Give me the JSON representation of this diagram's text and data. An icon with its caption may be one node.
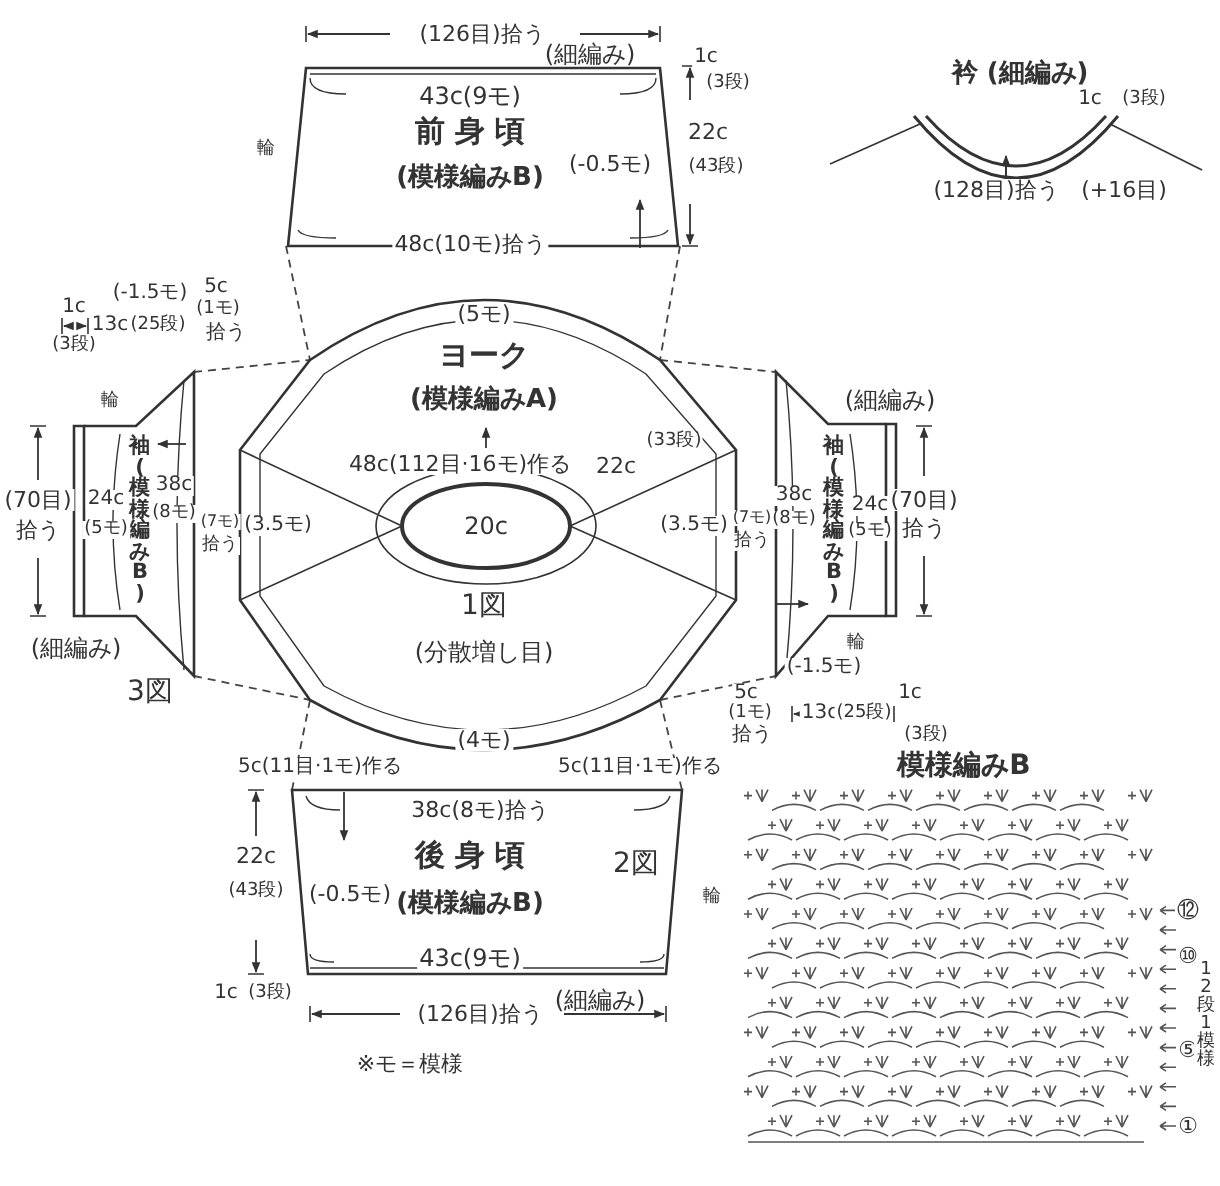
{
  "diagram": {
    "nodes": [
      {
        "text": [
          "前 身 頃",
          "(模様編みB)"
        ]
      },
      {
        "text": [
          "ヨーク",
          "(模様編みA)",
          "1図",
          "(分散増し目)"
        ]
      },
      {
        "text": [
          "20c"
        ],
        "in": 1
      },
      {
        "text": [
          "袖(模様編みB)"
        ],
        "beside": [
          "3図"
        ]
      },
      {
        "text": [
          "袖(模様編みB)"
        ]
      },
      {
        "text": [
          "後 身 頃",
          "(模様編みB)",
          "2図"
        ]
      },
      {
        "text": [
          "衿 (細編み)"
        ]
      },
      {
        "text": [
          "模様編みB"
        ]
      }
    ],
    "edges": [
      {
        "from": 0,
        "to": 1,
        "arrow": "none",
        "style": "dashed"
      },
      {
        "from": 0,
        "to": 1,
        "arrow": "none",
        "style": "dashed"
      },
      {
        "from": 3,
        "to": 1,
        "arrow": "none",
        "style": "dashed"
      },
      {
        "from": 3,
        "to": 1,
        "arrow": "none",
        "style": "dashed"
      },
      {
        "from": 1,
        "to": 4,
        "arrow": "none",
        "style": "dashed"
      },
      {
        "from": 1,
        "to": 4,
        "arrow": "none",
        "style": "dashed"
      },
      {
        "from": 1,
        "to": 5,
        "arrow": "none",
        "style": "dashed"
      },
      {
        "from": 1,
        "to": 5,
        "arrow": "none",
        "style": "dashed"
      }
    ],
    "labels": [
      "(126目)拾う",
      "(細編み)",
      "43c(9モ)",
      "輪",
      "(-0.5モ)",
      "48c(10モ)拾う",
      "1c",
      "(3段)",
      "22c",
      "(43段)",
      "1c",
      "(3段)",
      "(128目)拾う",
      "(+16目)",
      "1c",
      "(3段)",
      "13c",
      "(25段)",
      "(-1.5モ)",
      "5c",
      "(1モ)",
      "拾う",
      "輪",
      "(70目)",
      "拾う",
      "24c",
      "(5モ)",
      "38c",
      "(8モ)",
      "(7モ)",
      "拾う",
      "(3.5モ)",
      "(細編み)",
      "(5モ)",
      "48c(112目·16モ)作る",
      "22c",
      "(33段)",
      "(3.5モ)",
      "(4モ)",
      "(細編み)",
      "(7モ)",
      "拾う",
      "38c",
      "(8モ)",
      "24c",
      "(5モ)",
      "(70目)",
      "拾う",
      "輪",
      "(-1.5モ)",
      "5c",
      "(1モ)",
      "拾う",
      "13c",
      "(25段)",
      "1c",
      "(3段)",
      "5c(11目·1モ)作る",
      "5c(11目·1モ)作る",
      "38c(8モ)拾う",
      "22c",
      "(43段)",
      "(-0.5モ)",
      "輪",
      "1c",
      "(3段)",
      "43c(9モ)",
      "(細編み)",
      "(126目)拾う",
      "※モ＝模様",
      "⑫",
      "⑩",
      "⑤",
      "①",
      "12段1模様"
    ]
  }
}
